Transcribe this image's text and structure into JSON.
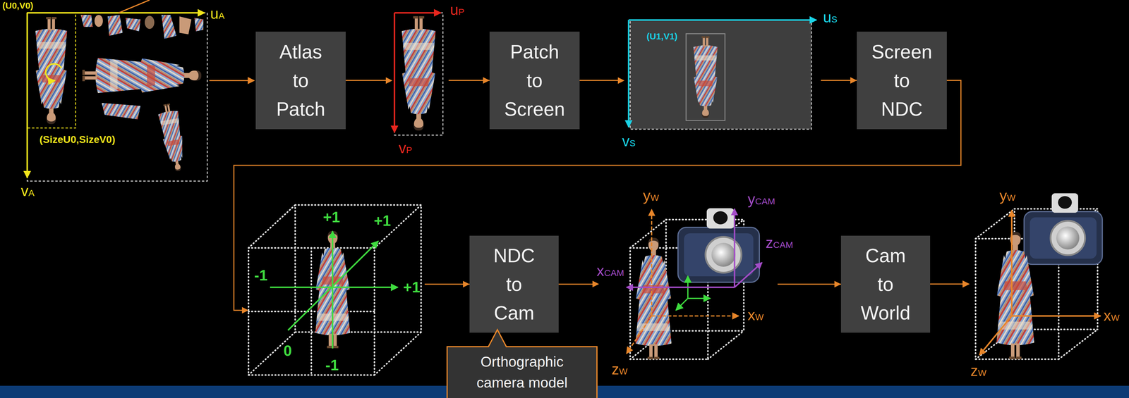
{
  "diagram": {
    "nodes": [
      {
        "text": [
          "Atlas to Patch"
        ]
      },
      {
        "text": [
          "Patch to Screen"
        ]
      },
      {
        "text": [
          "Screen to NDC"
        ]
      },
      {
        "text": [
          "NDC to Cam"
        ]
      },
      {
        "text": [
          "Cam to World"
        ]
      },
      {
        "text": [
          "Orthographic camera model"
        ]
      }
    ],
    "edges": [
      {
        "from": 0,
        "to": 1,
        "arrow": "to"
      },
      {
        "from": 1,
        "to": 2,
        "arrow": "to"
      },
      {
        "from": 2,
        "to": 3,
        "arrow": "to"
      },
      {
        "from": 3,
        "to": 4,
        "arrow": "to"
      }
    ],
    "labels": [
      "(U0,V0)",
      "uA",
      "vA",
      "(SizeU0,SizeV0)",
      "uP",
      "vP",
      "(U1,V1)",
      "uS",
      "vS",
      "+1",
      "+1",
      "-1",
      "+1",
      "-1",
      "0",
      "yW",
      "yCAM",
      "zCAM",
      "xCAM",
      "xW",
      "zW",
      "yW",
      "xW",
      "zW"
    ]
  }
}
